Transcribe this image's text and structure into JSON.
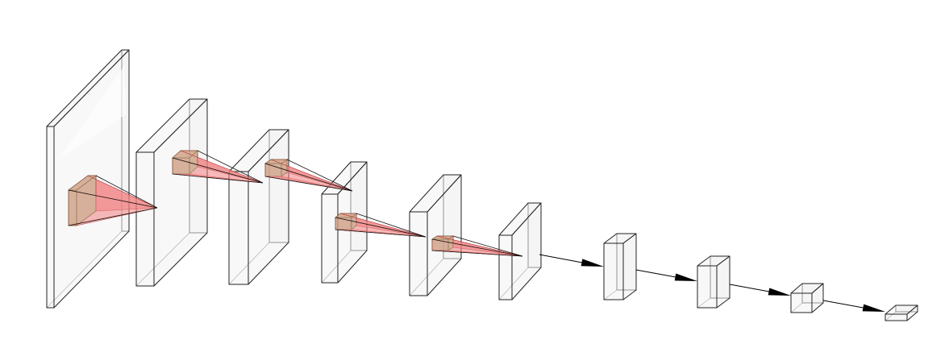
{
  "diagram": {
    "kind": "convolutional-neural-network-architecture",
    "colors": {
      "volume_fill": "#f2f2f2",
      "volume_edge": "#222222",
      "kernel_fill": "#7ee08a",
      "receptive_field_fill": "#f08080",
      "arrow": "#000000"
    },
    "volumes": [
      {
        "id": "input",
        "type": "conv-volume"
      },
      {
        "id": "conv-1",
        "type": "conv-volume"
      },
      {
        "id": "conv-2",
        "type": "conv-volume"
      },
      {
        "id": "conv-3",
        "type": "conv-volume"
      },
      {
        "id": "conv-4",
        "type": "conv-volume"
      },
      {
        "id": "conv-5",
        "type": "conv-volume"
      },
      {
        "id": "dense-1",
        "type": "dense-block"
      },
      {
        "id": "dense-2",
        "type": "dense-block"
      },
      {
        "id": "dense-3",
        "type": "dense-block"
      },
      {
        "id": "output",
        "type": "dense-block"
      }
    ],
    "convolutions": [
      {
        "from": "input",
        "to": "conv-1"
      },
      {
        "from": "conv-1",
        "to": "conv-2"
      },
      {
        "from": "conv-2",
        "to": "conv-3"
      },
      {
        "from": "conv-3",
        "to": "conv-4"
      },
      {
        "from": "conv-4",
        "to": "conv-5"
      }
    ],
    "connections": [
      {
        "from": "conv-5",
        "to": "dense-1"
      },
      {
        "from": "dense-1",
        "to": "dense-2"
      },
      {
        "from": "dense-2",
        "to": "dense-3"
      },
      {
        "from": "dense-3",
        "to": "output"
      }
    ]
  }
}
